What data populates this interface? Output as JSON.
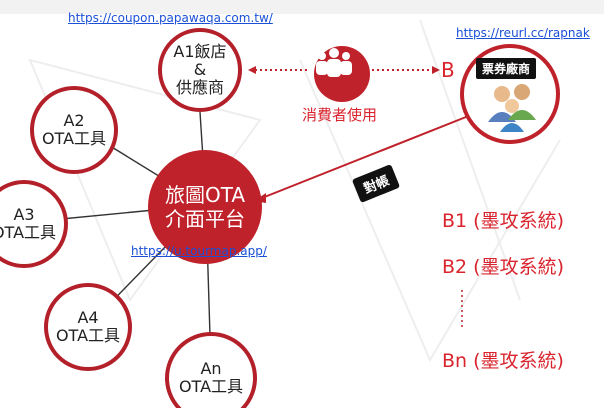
{
  "urls": {
    "coupon": "https://coupon.papawaqa.com.tw/",
    "reurl": "https://reurl.cc/rapnak",
    "tourmap": "https://u.tourmap.app/"
  },
  "nodes": {
    "a1": [
      "A1飯店",
      "&",
      "供應商"
    ],
    "a2": [
      "A2",
      "OTA工具"
    ],
    "a3": [
      "A3",
      "OTA工具"
    ],
    "a4": [
      "A4",
      "OTA工具"
    ],
    "an": [
      "An",
      "OTA工具"
    ],
    "center": [
      "旅圖OTA",
      "介面平台"
    ]
  },
  "consumer_label": "消費者使用",
  "ticket_vendor_label": "票券廠商",
  "b_label": "B",
  "reconcile_label": "對帳",
  "b_list": [
    "B1 (墨攻系統)",
    "B2 (墨攻系統)",
    "Bn (墨攻系統)"
  ],
  "colors": {
    "accent": "#c0222b",
    "link": "#1a4fd6"
  }
}
